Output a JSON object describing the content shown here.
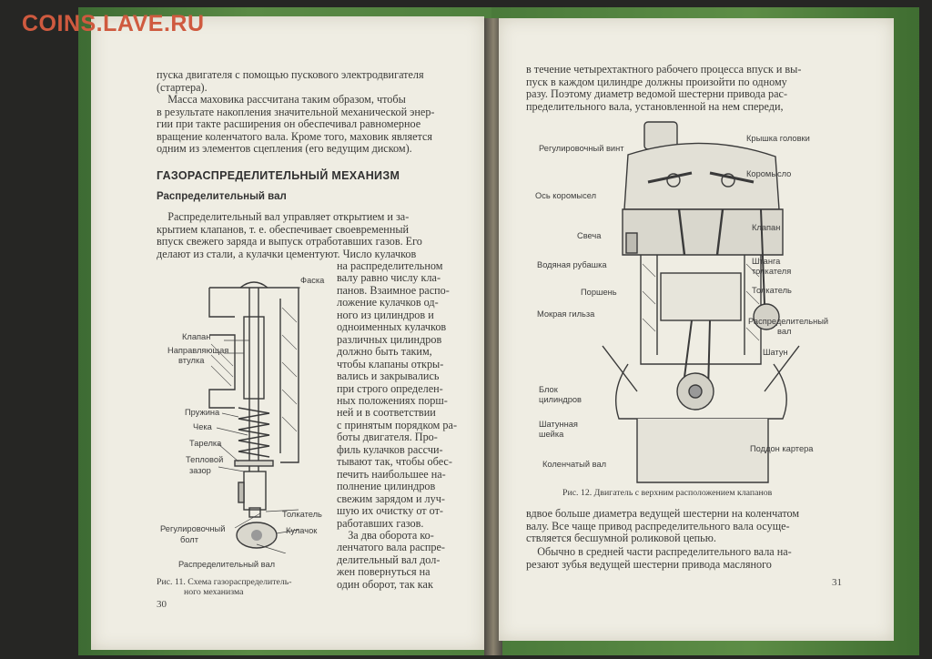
{
  "watermark": "COINS.LAVE.RU",
  "left_page": {
    "intro_lines": [
      "пуска двигателя с помощью пускового электродвигателя",
      "(стартера)."
    ],
    "para_flywheel": [
      "Масса маховика рассчитана таким образом, чтобы",
      "в результате накопления значительной механической энер-",
      "гии при такте расширения он обеспечивал равномерное",
      "вращение коленчатого вала. Кроме того, маховик является",
      "одним из элементов сцепления (его ведущим диском)."
    ],
    "heading": "ГАЗОРАСПРЕДЕЛИТЕЛЬНЫЙ МЕХАНИЗМ",
    "subheading": "Распределительный вал",
    "para_camshaft": [
      "Распределительный вал управляет открытием и за-",
      "крытием клапанов, т. е. обеспечивает своевременный",
      "впуск свежего заряда и выпуск отработавших газов. Его",
      "делают из стали, а кулачки цементуют. Число кулачков"
    ],
    "column_lines": [
      "на распределительном",
      "валу равно числу кла-",
      "панов. Взаимное распо-",
      "ложение кулачков од-",
      "ного из цилиндров и",
      "одноименных кулачков",
      "различных цилиндров",
      "должно быть таким,",
      "чтобы клапаны откры-",
      "вались и закрывались",
      "при строго определен-",
      "ных положениях порш-",
      "ней и в соответствии",
      "с принятым порядком ра-",
      "боты двигателя. Про-",
      "филь кулачков рассчи-",
      "тывают так, чтобы обес-",
      "печить наибольшее на-",
      "полнение цилиндров",
      "свежим зарядом и луч-",
      "шую их очистку от от-",
      "работавших газов.",
      "За два оборота ко-",
      "ленчатого вала распре-",
      "делительный вал дол-",
      "жен повернуться на",
      "один оборот, так как"
    ],
    "figure_labels": {
      "chamfer": "Фаска",
      "valve": "Клапан",
      "guide_1": "Направляющая",
      "guide_2": "втулка",
      "spring": "Пружина",
      "cotter": "Чека",
      "plate": "Тарелка",
      "gap_1": "Тепловой",
      "gap_2": "зазор",
      "pusher": "Толкатель",
      "adjust_1": "Регулировочный",
      "adjust_2": "болт",
      "cam": "Кулачок",
      "camshaft": "Распределительный вал"
    },
    "caption": [
      "Рис. 11. Схема газораспределитель-",
      "ного механизма"
    ],
    "page_number": "30"
  },
  "right_page": {
    "top_lines": [
      "в течение четырехтактного рабочего процесса впуск и вы-",
      "пуск в каждом цилиндре должны произойти по одному",
      "разу. Поэтому диаметр ведомой шестерни привода рас-",
      "пределительного вала, установленной на нем спереди,"
    ],
    "figure_labels": {
      "adjust_screw": "Регулировочный винт",
      "head_cover": "Крышка головки",
      "rocker": "Коромысло",
      "rocker_axis": "Ось коромысел",
      "valve": "Клапан",
      "plug": "Свеча",
      "jacket": "Водяная рубашка",
      "rod_1": "Штанга",
      "rod_2": "толкателя",
      "piston": "Поршень",
      "pusher": "Толкатель",
      "sleeve": "Мокрая гильза",
      "camshaft_1": "Распределительный",
      "camshaft_2": "вал",
      "conrod": "Шатун",
      "block_1": "Блок",
      "block_2": "цилиндров",
      "neck_1": "Шатунная",
      "neck_2": "шейка",
      "sump": "Поддон картера",
      "crankshaft": "Коленчатый вал"
    },
    "caption": "Рис. 12. Двигатель с верхним расположением клапанов",
    "bottom_para_1": [
      "вдвое больше диаметра ведущей шестерни на коленчатом",
      "валу. Все чаще привод распределительного вала осуще-",
      "ствляется бесшумной роликовой цепью."
    ],
    "bottom_para_2": [
      "Обычно в средней части распределительного вала на-",
      "резают зубья ведущей шестерни привода масляного"
    ],
    "page_number": "31"
  }
}
